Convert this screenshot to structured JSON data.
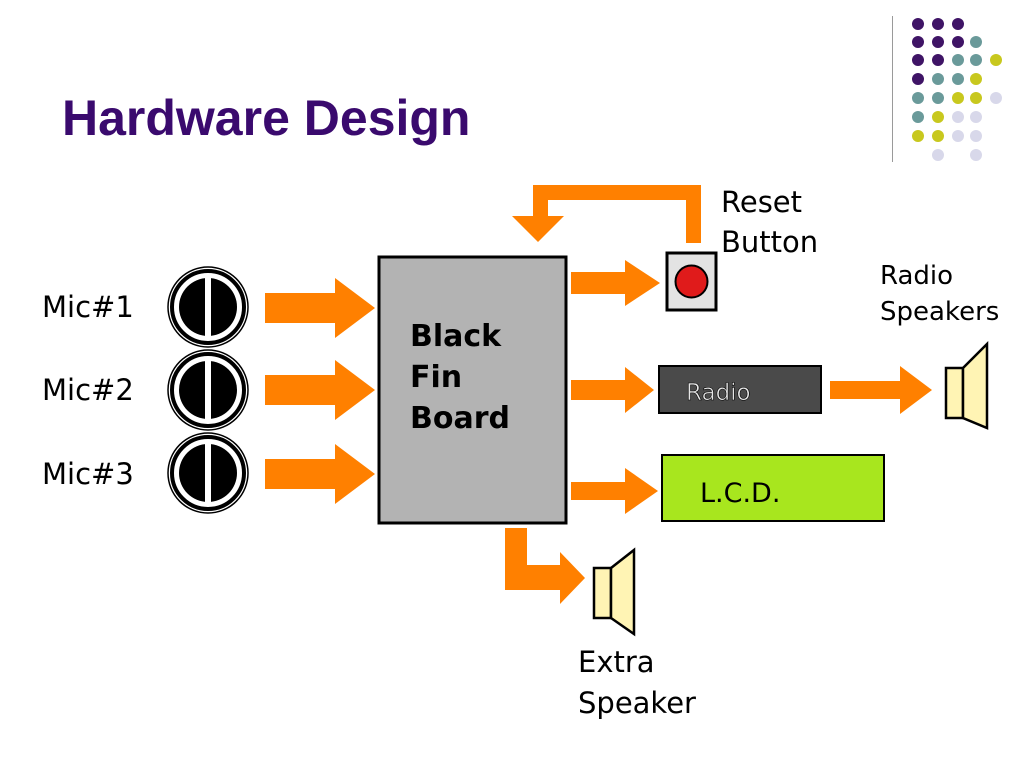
{
  "slide": {
    "title": "Hardware Design"
  },
  "colors": {
    "title": "#3a0a6e",
    "arrow": "#ff8000",
    "board": "#b3b3b3",
    "radio_box": "#4a4a4a",
    "lcd_box": "#a8e61e",
    "reset_button": "#e01b1b",
    "speaker": "#fff4b4",
    "dot_palette": [
      "#3f1466",
      "#6a9a9a",
      "#c8c81e",
      "#d8d8ea"
    ]
  },
  "diagram": {
    "mics": [
      {
        "label": "Mic#1"
      },
      {
        "label": "Mic#2"
      },
      {
        "label": "Mic#3"
      }
    ],
    "board": {
      "lines": [
        "Black",
        "Fin",
        "Board"
      ]
    },
    "reset": {
      "lines": [
        "Reset",
        "Button"
      ]
    },
    "radio": {
      "label": "Radio"
    },
    "lcd": {
      "label": "L.C.D."
    },
    "radio_speakers": {
      "lines": [
        "Radio",
        "Speakers"
      ]
    },
    "extra_speaker": {
      "lines": [
        "Extra",
        "Speaker"
      ]
    }
  }
}
